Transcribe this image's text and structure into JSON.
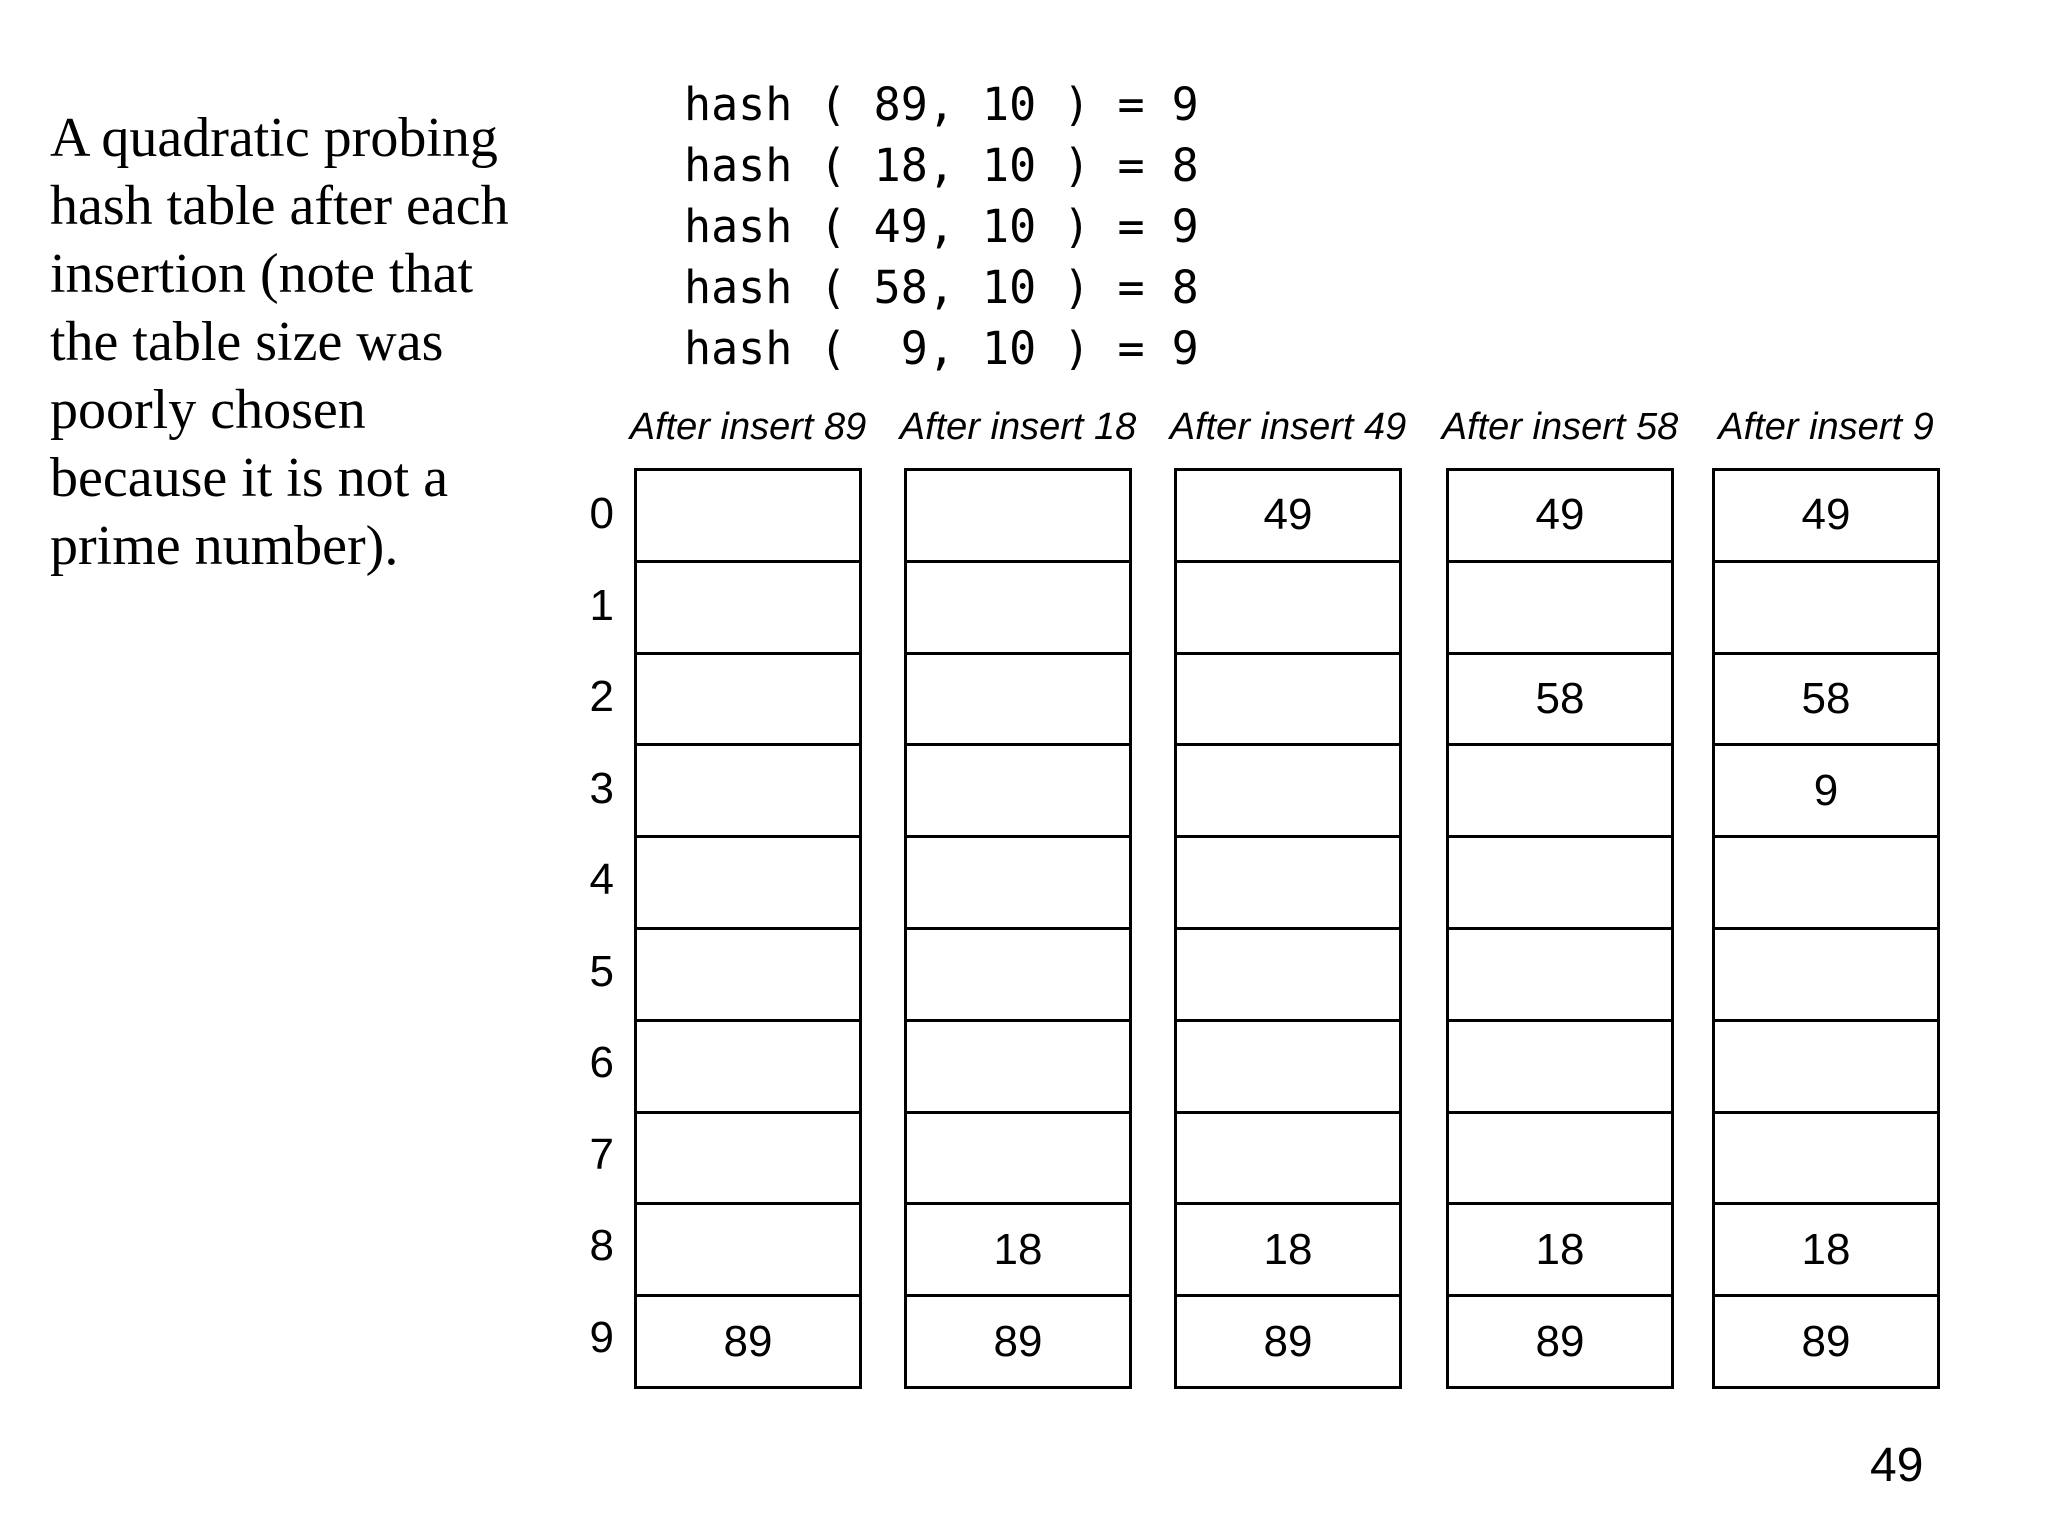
{
  "caption": "A quadratic probing\nhash table after each\ninsertion (note that\nthe table size was\npoorly chosen\nbecause it is not a\nprime number).",
  "code_lines": [
    "hash ( 89, 10 ) = 9",
    "hash ( 18, 10 ) = 8",
    "hash ( 49, 10 ) = 9",
    "hash ( 58, 10 ) = 8",
    "hash (  9, 10 ) = 9"
  ],
  "grid": {
    "row_labels": [
      "0",
      "1",
      "2",
      "3",
      "4",
      "5",
      "6",
      "7",
      "8",
      "9"
    ],
    "columns": [
      {
        "header": "After insert 89",
        "cells": [
          "",
          "",
          "",
          "",
          "",
          "",
          "",
          "",
          "",
          "89"
        ]
      },
      {
        "header": "After insert 18",
        "cells": [
          "",
          "",
          "",
          "",
          "",
          "",
          "",
          "",
          "18",
          "89"
        ]
      },
      {
        "header": "After insert 49",
        "cells": [
          "49",
          "",
          "",
          "",
          "",
          "",
          "",
          "",
          "18",
          "89"
        ]
      },
      {
        "header": "After insert 58",
        "cells": [
          "49",
          "",
          "58",
          "",
          "",
          "",
          "",
          "",
          "18",
          "89"
        ]
      },
      {
        "header": "After insert 9",
        "cells": [
          "49",
          "",
          "58",
          "9",
          "",
          "",
          "",
          "",
          "18",
          "89"
        ]
      }
    ]
  },
  "page_number": "49",
  "colors": {
    "background": "#ffffff",
    "text": "#000000",
    "border": "#000000"
  }
}
